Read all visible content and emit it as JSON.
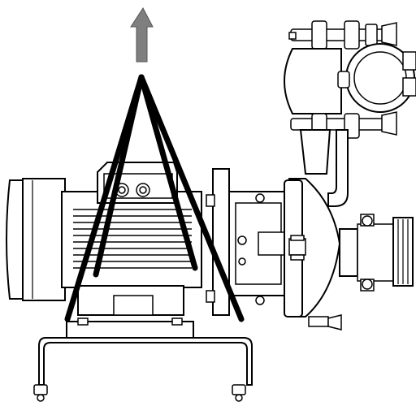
{
  "diagram": {
    "arrow_color": "#7f7f7f",
    "line_color": "#000000",
    "background": "#ffffff",
    "parts": [
      "lift-arrow-icon",
      "lifting-sling",
      "motor",
      "pump-casing",
      "inlet-manifold",
      "outlet-coupling",
      "base-frame"
    ]
  }
}
